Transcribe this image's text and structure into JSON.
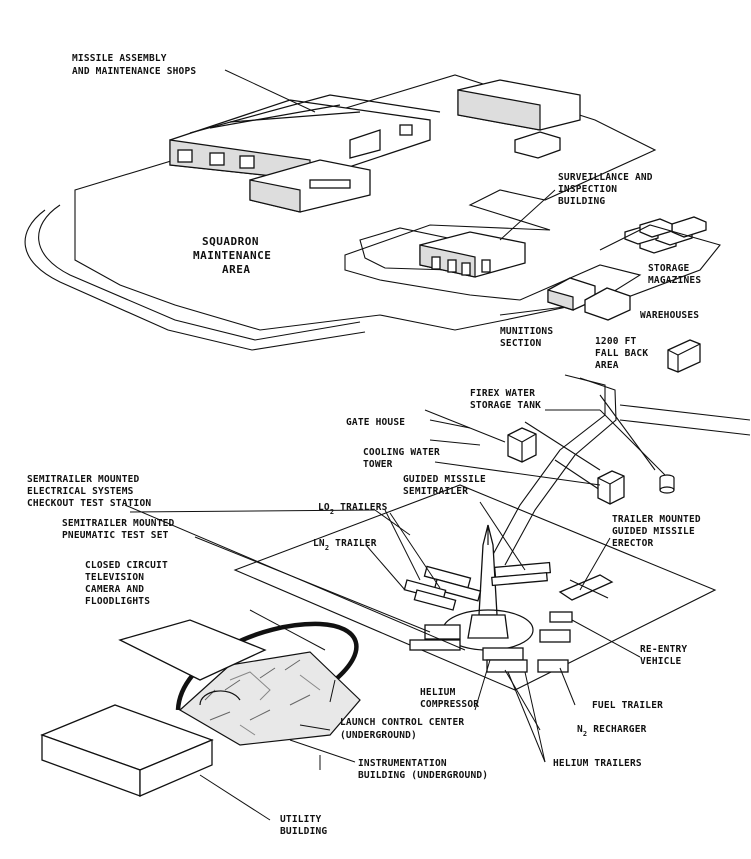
{
  "labels": {
    "missile_shops_1": "MISSILE ASSEMBLY",
    "missile_shops_2": "AND MAINTENANCE SHOPS",
    "surveillance_1": "SURVEILLANCE AND",
    "surveillance_2": "INSPECTION",
    "surveillance_3": "BUILDING",
    "squadron_1": "SQUADRON",
    "squadron_2": "MAINTENANCE",
    "squadron_3": "AREA",
    "storage_1": "STORAGE",
    "storage_2": "MAGAZINES",
    "warehouses": "WAREHOUSES",
    "munitions_1": "MUNITIONS",
    "munitions_2": "SECTION",
    "fallback_1": "1200 FT",
    "fallback_2": "FALL BACK",
    "fallback_3": "AREA",
    "firex_1": "FIREX WATER",
    "firex_2": "STORAGE TANK",
    "gate_house": "GATE HOUSE",
    "cooling_1": "COOLING WATER",
    "cooling_2": "TOWER",
    "semi_checkout_1": "SEMITRAILER MOUNTED",
    "semi_checkout_2": "ELECTRICAL SYSTEMS",
    "semi_checkout_3": "CHECKOUT TEST STATION",
    "guided_semi_1": "GUIDED MISSILE",
    "guided_semi_2": "SEMITRAILER",
    "lo2_a": "LO",
    "lo2_sub": "2",
    "lo2_b": " TRAILERS",
    "semi_pneumatic_1": "SEMITRAILER MOUNTED",
    "semi_pneumatic_2": "PNEUMATIC TEST SET",
    "ln2_a": "LN",
    "ln2_sub": "2",
    "ln2_b": " TRAILER",
    "trailer_erector_1": "TRAILER MOUNTED",
    "trailer_erector_2": "GUIDED MISSILE",
    "trailer_erector_3": "ERECTOR",
    "cctv_1": "CLOSED CIRCUIT",
    "cctv_2": "TELEVISION",
    "cctv_3": "CAMERA AND",
    "cctv_4": "FLOODLIGHTS",
    "reentry_1": "RE-ENTRY",
    "reentry_2": "VEHICLE",
    "helium_comp_1": "HELIUM",
    "helium_comp_2": "COMPRESSOR",
    "fuel_trailer": "FUEL TRAILER",
    "launch_center_1": "LAUNCH CONTROL CENTER",
    "launch_center_2": "(UNDERGROUND)",
    "n2_a": "N",
    "n2_sub": "2",
    "n2_b": " RECHARGER",
    "instrumentation_1": "INSTRUMENTATION",
    "instrumentation_2": "BUILDING (UNDERGROUND)",
    "helium_trailers": "HELIUM TRAILERS",
    "utility_1": "UTILITY",
    "utility_2": "BUILDING"
  }
}
